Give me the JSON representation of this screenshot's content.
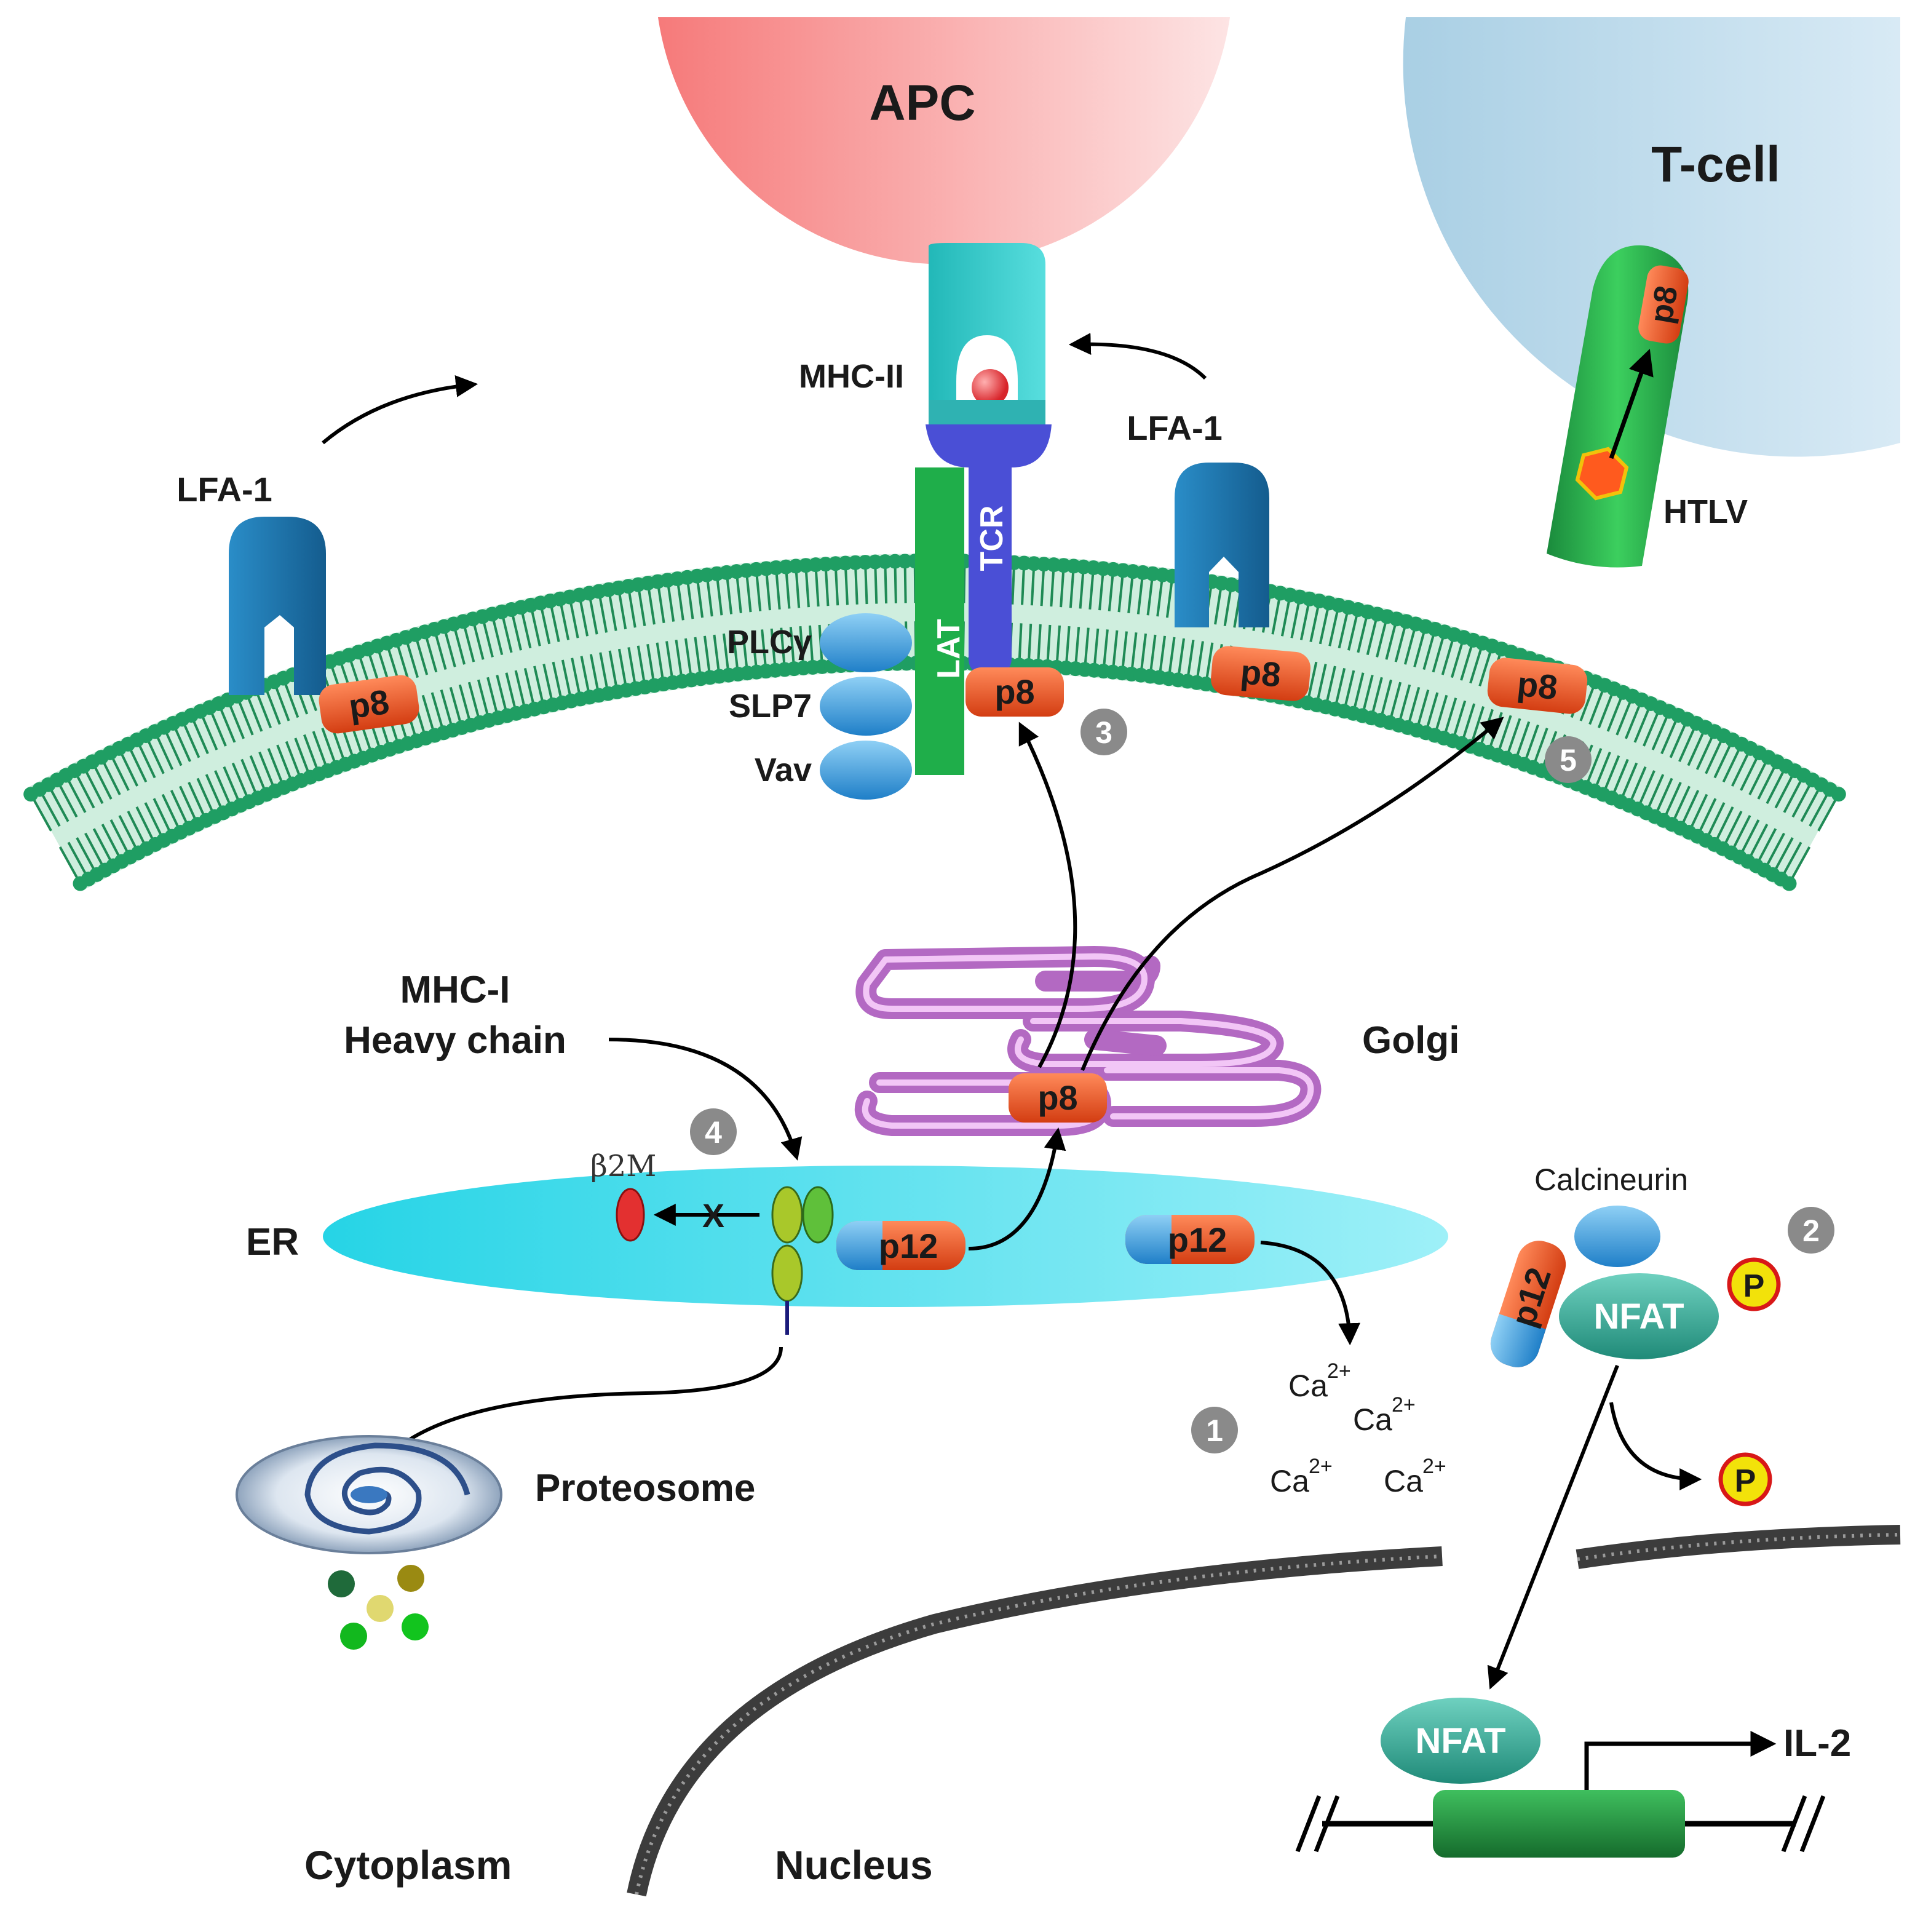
{
  "cells": {
    "apc": "APC",
    "tcell": "T-cell"
  },
  "compartments": {
    "cytoplasm": "Cytoplasm",
    "nucleus": "Nucleus",
    "er": "ER",
    "golgi": "Golgi",
    "proteosome": "Proteosome"
  },
  "molecules": {
    "mhc2": "MHC-II",
    "lfa1": "LFA-1",
    "tcr": "TCR",
    "lat": "LAT",
    "plcg": "PLCγ",
    "slp7": "SLP7",
    "vav": "Vav",
    "htlv": "HTLV",
    "mhc1_line1": "MHC-I",
    "mhc1_line2": "Heavy chain",
    "b2m": "β2M",
    "calcineurin": "Calcineurin",
    "nfat": "NFAT",
    "il2": "IL-2",
    "p8": "p8",
    "p12": "p12",
    "phospho": "P",
    "block_mark": "X",
    "ca": "Ca",
    "ca_charge": "2+"
  },
  "steps": [
    "1",
    "2",
    "3",
    "4",
    "5"
  ],
  "colors": {
    "apc": "#f47f7f",
    "tcell": "#b7d7ea",
    "membrane": "#1f9e63",
    "lfa1": "#1f77b0",
    "mhc2": "#2ec4c4",
    "tcr": "#4a4fd6",
    "lat": "#1fae4a",
    "p8": "#e8552a",
    "p12_cap": "#3aa5e8",
    "er": "#28d6e8",
    "golgi": "#a64fb8",
    "nfat": "#2a9e8c",
    "phospho": "#f2e20a",
    "nuclear_envelope": "#3c3c3c",
    "gene": "#1f8a3a"
  }
}
